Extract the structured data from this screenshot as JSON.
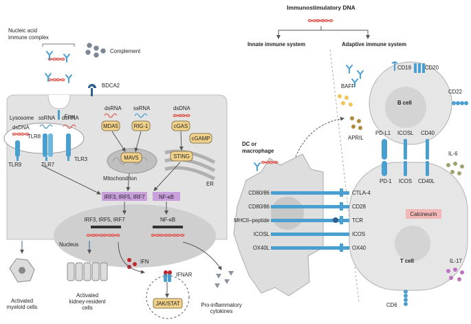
{
  "header": {
    "stimulus": "Immunostimulatory DNA",
    "innate": "Innate immune system",
    "adaptive": "Adaptive immune system"
  },
  "left_panel": {
    "nucleic_complex": [
      "Nucleic acid",
      "immune complex"
    ],
    "complement": "Complement",
    "bdca2": "BDCA2",
    "fcyr": "Fcγr",
    "lysosome": "Lysosome",
    "tlr8": "TLR8",
    "tlr9": "TLR9",
    "tlr7": "TLR7",
    "tlr3": "TLR3",
    "lyso_ligands": [
      "dsDNA",
      "ssRNA",
      "dsRNA"
    ],
    "cyto_ligands": [
      "dsRNA",
      "ssRNA",
      "dsDNA"
    ],
    "mda5": "MDA5",
    "rig1": "RIG-1",
    "cgas": "cGAS",
    "cgamp": "cGAMP",
    "mavs": "MAVS",
    "sting": "STING",
    "mitochondrion": "Mitochondrion",
    "er": "ER",
    "irf_box": "IRF3, IRF5, IRF7",
    "nfkb_box": "NF-κB",
    "nucleus": "Nucleus",
    "irf_nuc": "IRF3, IRF5, IRF7",
    "nfkb_nuc": "NF-κB",
    "ifn": "IFN",
    "ifnar": "IFNAR",
    "jakstat": "JAK/STAT",
    "cytokines": [
      "Pro-inflammatory",
      "cytokines"
    ],
    "myeloid": [
      "Activated",
      "myeloid cells"
    ],
    "kidney": [
      "Activated",
      "kidney-resident",
      "cells"
    ]
  },
  "right_panel": {
    "dc": [
      "DC or",
      "macrophage"
    ],
    "baff": "BAFF",
    "april": "APRIL",
    "cd19": "CD19",
    "cd20": "CD20",
    "cd22": "CD22",
    "bcell": "B cell",
    "pdl1": "PD-L1",
    "icosl_b": "ICOSL",
    "cd40": "CD40",
    "pd1": "PD-1",
    "icos_b": "ICOS",
    "cd40l": "CD40L",
    "il6": "IL-6",
    "il17": "IL-17",
    "cd6": "CD6",
    "tcell": "T cell",
    "calcineurin": "Calcineurin",
    "dc_ligands": [
      "CD80/86",
      "CD80/86",
      "MHCII–peptide",
      "ICOSL",
      "OX40L"
    ],
    "t_receptors": [
      "CTLA-4",
      "CD28",
      "TCR",
      "ICOS",
      "OX40"
    ]
  },
  "colors": {
    "receptor_blue": "#4a9fd1",
    "cell_grey": "#e3e3e3",
    "box_purple": "#c9a0dc",
    "calcineurin_pink": "#f2b8b8",
    "dna_red": "#e0605a",
    "baff_yellow": "#f2c45a",
    "april_brown": "#b08a3a",
    "il6_olive": "#a0a070",
    "il17_purple": "#c070c0"
  }
}
